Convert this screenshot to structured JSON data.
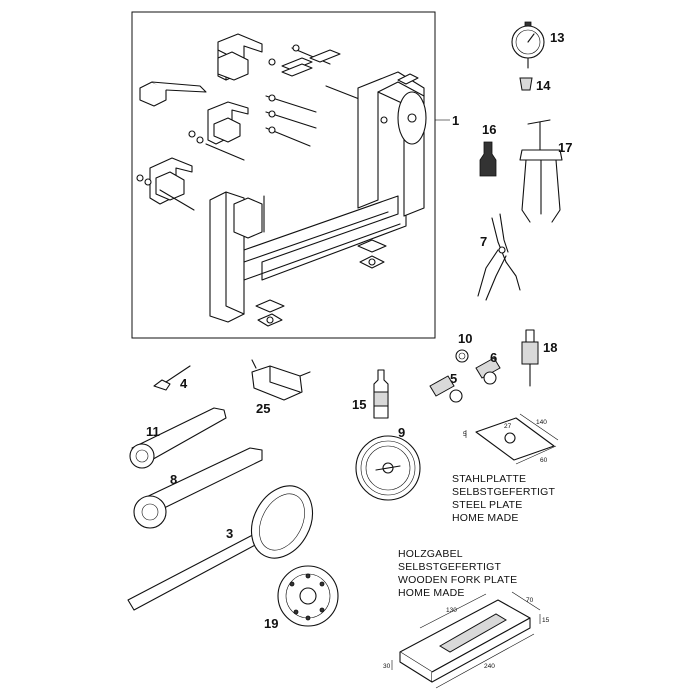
{
  "callouts": {
    "c1": "1",
    "c3": "3",
    "c4": "4",
    "c5": "5",
    "c6": "6",
    "c7": "7",
    "c8": "8",
    "c9": "9",
    "c10": "10",
    "c11": "11",
    "c13": "13",
    "c14": "14",
    "c15": "15",
    "c16": "16",
    "c17": "17",
    "c18": "18",
    "c19": "19",
    "c25": "25"
  },
  "steel_plate_note": {
    "line1": "STAHLPLATTE",
    "line2": "SELBSTGEFERTIGT",
    "line3": "STEEL PLATE",
    "line4": "HOME MADE",
    "dim_length": "140",
    "dim_width": "60",
    "dim_thickness": "5",
    "dim_hole": "27"
  },
  "fork_plate_note": {
    "line1": "HOLZGABEL",
    "line2": "SELBSTGEFERTIGT",
    "line3": "WOODEN FORK PLATE",
    "line4": "HOME MADE",
    "dim_a": "130",
    "dim_b": "240",
    "dim_c": "70",
    "dim_d": "15",
    "dim_e": "30"
  }
}
